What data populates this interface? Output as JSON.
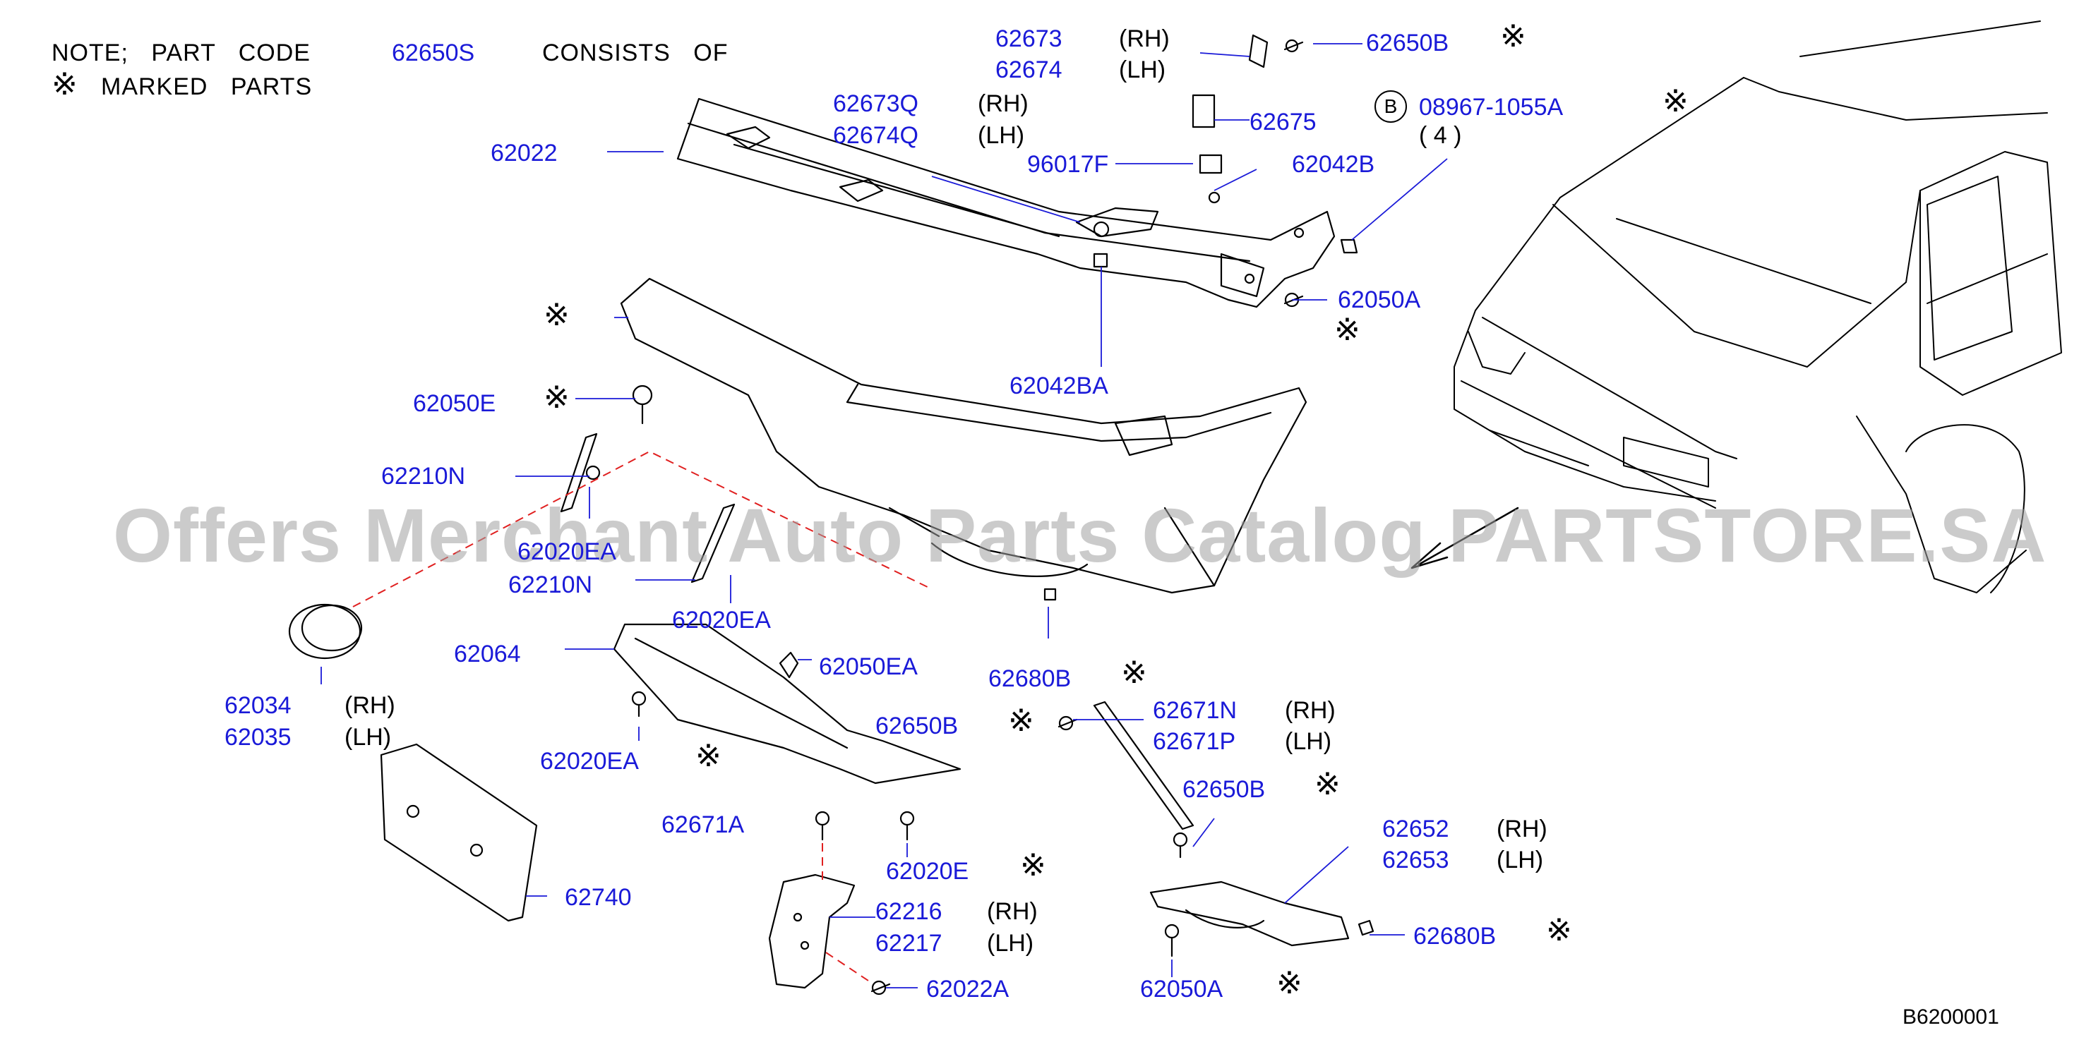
{
  "note": {
    "line1_a": "NOTE; PART CODE",
    "line1_code": "62650S",
    "line1_b": "CONSISTS OF",
    "line2": "MARKED PARTS"
  },
  "mark_symbol": "※",
  "watermark": "Offers Merchant Auto Parts Catalog PARTSTORE.SA",
  "diagram_ref": "B6200001",
  "circle_label": "B",
  "parts": {
    "p62673": "62673",
    "p62674": "62674",
    "p62650B_top": "62650B",
    "p62673Q": "62673Q",
    "p62674Q": "62674Q",
    "p62675": "62675",
    "p08967": "08967-1055A",
    "p08967_qty": "( 4 )",
    "p62022": "62022",
    "p96017F": "96017F",
    "p62042B": "62042B",
    "p62050A_top": "62050A",
    "p62042BA": "62042BA",
    "p62050E": "62050E",
    "p62210N_a": "62210N",
    "p62020EA_a": "62020EA",
    "p62210N_b": "62210N",
    "p62020EA_b": "62020EA",
    "p62680B_a": "62680B",
    "p62064": "62064",
    "p62050EA": "62050EA",
    "p62034": "62034",
    "p62035": "62035",
    "p62650B_mid": "62650B",
    "p62671N": "62671N",
    "p62671P": "62671P",
    "p62020EA_c": "62020EA",
    "p62650B_low": "62650B",
    "p62671A": "62671A",
    "p62020E": "62020E",
    "p62652": "62652",
    "p62653": "62653",
    "p62740": "62740",
    "p62216": "62216",
    "p62217": "62217",
    "p62680B_b": "62680B",
    "p62022A": "62022A",
    "p62050A_low": "62050A"
  },
  "sides": {
    "rh": "(RH)",
    "lh": "(LH)"
  },
  "colors": {
    "code": "#1a1ad8",
    "leader": "#1a1ad8",
    "guide": "#e02020",
    "line": "#000000"
  }
}
